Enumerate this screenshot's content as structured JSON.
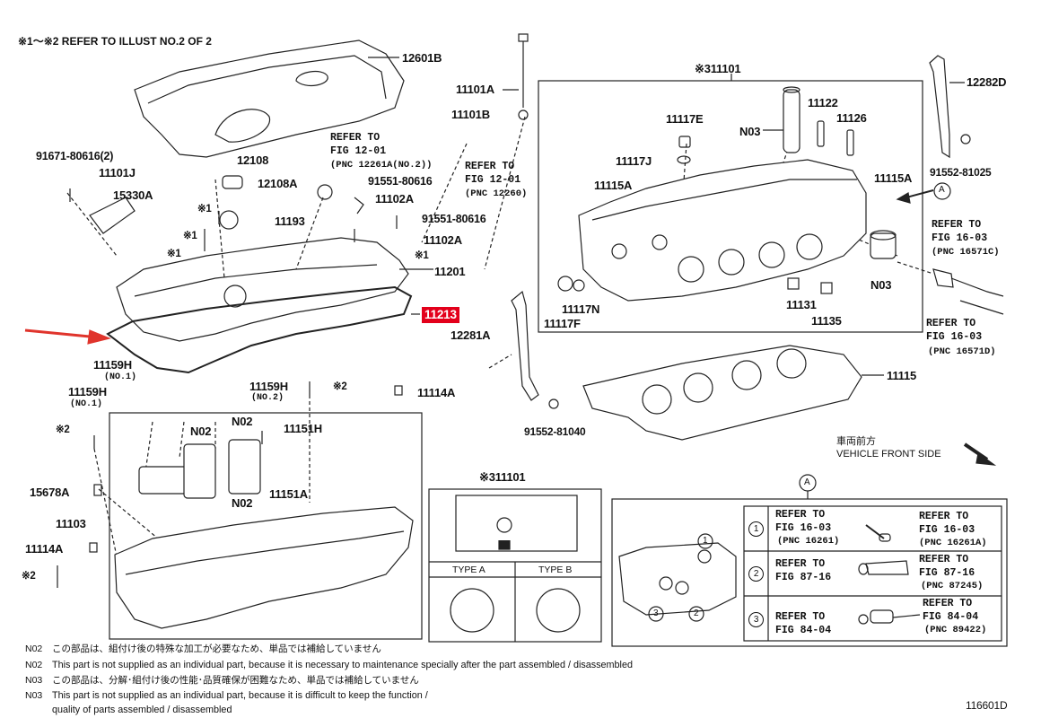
{
  "header_note": "※1～※2  REFER TO ILLUST NO.2 OF 2",
  "figure_id": "116601D",
  "direction": {
    "jp": "車両前方",
    "en": "VEHICLE FRONT SIDE"
  },
  "parts": {
    "p12601B": "12601B",
    "p91671": "91671-80616(2)",
    "p11101J": "11101J",
    "p15330A": "15330A",
    "p12108": "12108",
    "p12108A": "12108A",
    "m1a": "※1",
    "m1b": "※1",
    "m1c": "※1",
    "m1d": "※1",
    "p11193": "11193",
    "p91551a": "91551-80616",
    "p11102Aa": "11102A",
    "p91551b": "91551-80616",
    "p11102Ab": "11102A",
    "p11201": "11201",
    "p11213": "11213",
    "p11159Ha": "11159H",
    "p11159Ha_sub": "(NO.1)",
    "p11159Hb": "11159H",
    "p11159Hb_sub": "(NO.1)",
    "p11159Hc": "11159H",
    "p11159Hc_sub": "(NO.2)",
    "m2a": "※2",
    "p11114Aa": "11114A",
    "m2b": "※2",
    "p11151H": "11151H",
    "n02a": "N02",
    "n02b": "N02",
    "n02c": "N02",
    "p15678A": "15678A",
    "p11151A": "11151A",
    "p11103": "11103",
    "p11114Ab": "11114A",
    "m2c": "※2",
    "p11101A": "11101A",
    "p11101B": "11101B",
    "ref1201a": "REFER TO",
    "ref1201a_fig": "FIG 12-01",
    "ref1201a_pnc": "(PNC 12261A(NO.2))",
    "ref1201b": "REFER TO",
    "ref1201b_fig": "FIG 12-01",
    "ref1201b_pnc": "(PNC 12260)",
    "p11101top": "※311101",
    "p11117E": "11117E",
    "p11122": "11122",
    "p11126": "11126",
    "pN03a": "N03",
    "p11117J": "11117J",
    "p11115Aa": "11115A",
    "p11115Ab": "11115A",
    "p11117N": "11117N",
    "p11117F": "11117F",
    "p11131": "11131",
    "p11135": "11135",
    "pN03b": "N03",
    "p12282D": "12282D",
    "p91552a": "91552-81025",
    "circleA1": "A",
    "ref1603a": "REFER TO",
    "ref1603a_fig": "FIG 16-03",
    "ref1603a_pnc": "(PNC 16571C)",
    "ref1603b": "REFER TO",
    "ref1603b_fig": "FIG 16-03",
    "ref1603b_pnc": "(PNC 16571D)",
    "p12281A": "12281A",
    "p91552b": "91552-81040",
    "p11115": "11115",
    "p11101sub": "※311101",
    "typeA": "TYPE A",
    "typeB": "TYPE B",
    "circleA2": "A"
  },
  "table_A": [
    {
      "num": "1",
      "left": [
        "REFER TO",
        "FIG 16-03",
        "(PNC 16261)"
      ],
      "right": [
        "REFER TO",
        "FIG 16-03",
        "(PNC 16261A)"
      ]
    },
    {
      "num": "2",
      "left": [
        "REFER TO",
        "FIG 87-16"
      ],
      "right": [
        "REFER TO",
        "FIG 87-16",
        "(PNC 87245)"
      ]
    },
    {
      "num": "3",
      "left": [
        "REFER TO",
        "FIG 84-04"
      ],
      "right": [
        "REFER TO",
        "FIG 84-04",
        "(PNC 89422)"
      ]
    }
  ],
  "callouts_A": [
    "1",
    "2",
    "3"
  ],
  "notes": [
    {
      "code": "N02",
      "text": "この部品は、組付け後の特殊な加工が必要なため、単品では補給していません"
    },
    {
      "code": "N02",
      "text": "This part is not supplied as an individual part, because it is necessary to maintenance specially after the part assembled / disassembled"
    },
    {
      "code": "N03",
      "text": "この部品は、分解･組付け後の性能･品質確保が困難なため、単品では補給していません"
    },
    {
      "code": "N03",
      "text": "This part is not supplied as an individual part, because it is difficult to keep the function /"
    },
    {
      "code": "",
      "text": "quality of parts  assembled / disassembled"
    }
  ],
  "colors": {
    "highlight": "#e3001b",
    "arrow": "#e0342c",
    "ink": "#111111"
  }
}
